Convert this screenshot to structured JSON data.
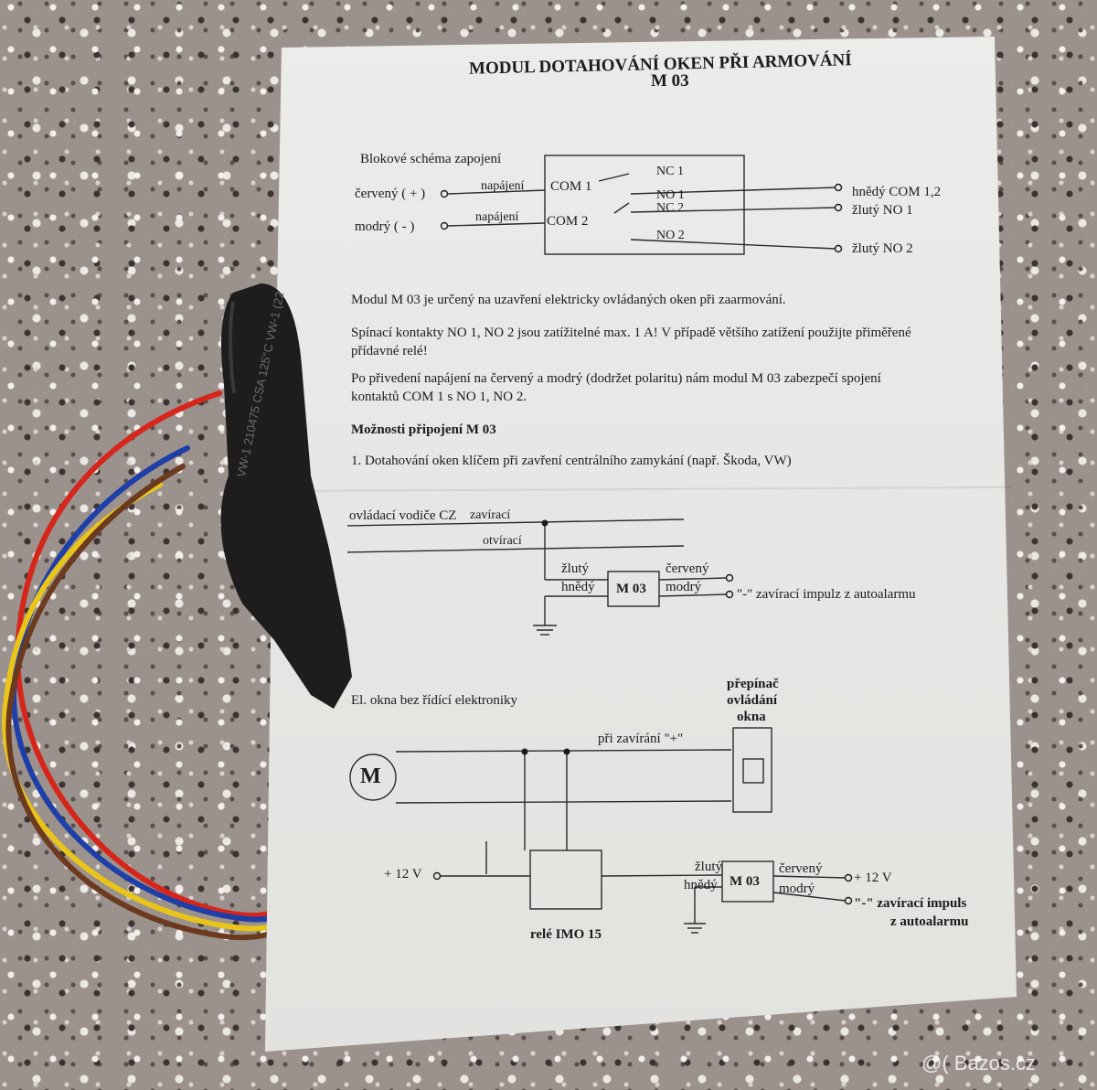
{
  "doc": {
    "title_line1": "MODUL DOTAHOVÁNÍ OKEN PŘI ARMOVÁNÍ",
    "title_line2": "M 03",
    "block_label": "Blokové schéma zapojení",
    "red_plus": "červený ( + )",
    "blue_minus": "modrý ( - )",
    "napajeni": "napájení",
    "com1": "COM 1",
    "com2": "COM 2",
    "nc1": "NC 1",
    "no1": "NO 1",
    "nc2": "NC 2",
    "no2": "NO 2",
    "brown_com": "hnědý COM 1,2",
    "yellow_no1": "žlutý NO 1",
    "yellow_no2": "žlutý NO 2",
    "para1": "Modul M 03 je určený na uzavření elektricky ovládaných oken při zaarmování.",
    "para2a": "Spínací kontakty NO 1, NO 2 jsou zatížitelné max. 1 A! V případě většího zatížení použijte přiměřené",
    "para2b": "přídavné relé!",
    "para3a": "Po přivedení napájení na červený a modrý (dodržet polaritu) nám modul M 03 zabezpečí spojení",
    "para3b": "kontaktů COM 1 s NO 1, NO 2.",
    "options_heading": "Možnosti připojení M 03",
    "option1": "1. Dotahování oken klíčem při zavření centrálního zamykání (např. Škoda, VW)",
    "cz_wires": "ovládací vodiče CZ",
    "zaviraci": "zavírací",
    "otviraci": "otvírací",
    "zluty": "žlutý",
    "hnedy": "hnědý",
    "m03": "M 03",
    "cerveny": "červený",
    "modry": "modrý",
    "impulse1": "\"-\" zavírací impulz z autoalarmu",
    "el_okna": "El. okna bez řídící elektroniky",
    "switch_l1": "přepínač",
    "switch_l2": "ovládání",
    "switch_l3": "okna",
    "motor": "M",
    "pri_zavirani": "při zavírání \"+\"",
    "plus12": "+ 12 V",
    "rele": "relé IMO 15",
    "impulse2a": "\"-\" zavírací impuls",
    "impulse2b": "z autoalarmu"
  },
  "module_print": "VW-1 210475 CSA 125°C VW-1 (22",
  "watermark": "@( Bazos.cz"
}
